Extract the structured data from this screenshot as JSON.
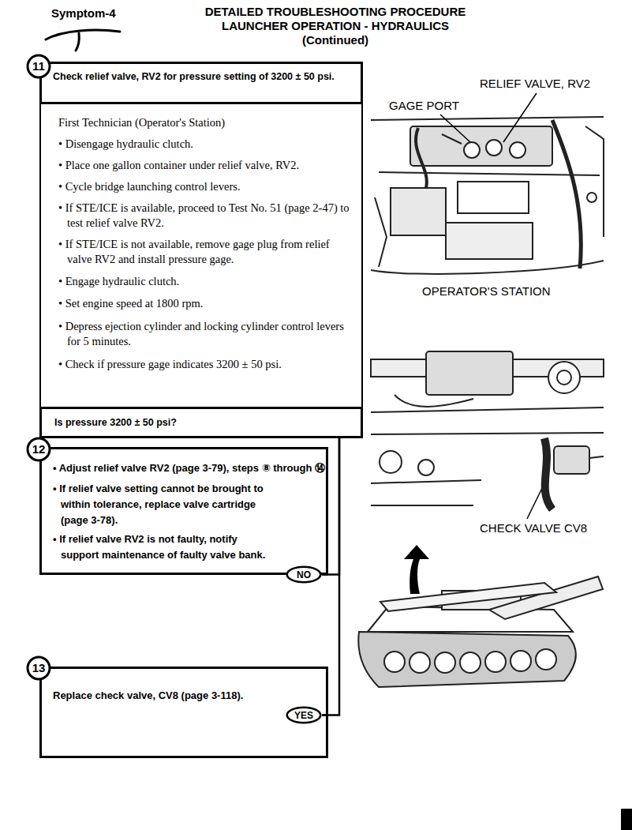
{
  "diagram": {
    "title": "DETAILED TROUBLESHOOTING PROCEDURE LAUNCHER OPERATION - HYDRAULICS (Continued)",
    "nodes": [
      {
        "text": [
          "First Technician (Operator's Station)",
          "• Disengage hydraulic clutch.",
          "• Place one gallon container under relief valve, RV2.",
          "• Cycle bridge launching control levers.",
          "• If STE/ICE is available, proceed to Test No. 51 (page 2-47) to test relief valve RV2.",
          "• If STE/ICE is not available, remove gage plug from relief valve RV2 and install pressure gage.",
          "• Engage hydraulic clutch.",
          "• Set engine speed at 1800 rpm.",
          "• Depress ejection cylinder and locking cylinder control levers for 5 minutes.",
          "• Check if pressure gage indicates 3200 ± 50 psi."
        ]
      },
      {
        "text": [
          "11"
        ],
        "in": 0
      },
      {
        "text": [
          "Check relief valve, RV2 for pressure setting of 3200 ± 50 psi."
        ],
        "in": 0
      },
      {
        "text": [
          "Is pressure 3200 ± 50 psi?"
        ],
        "in": 0
      },
      {
        "text": [
          "• Adjust relief valve RV2 (page 3-79), steps ⑧ through ⑭",
          "• If relief valve setting cannot be brought to within tolerance, replace valve cartridge (page 3-78).",
          "• If relief valve RV2 is not faulty, notify support maintenance of faulty valve bank."
        ]
      },
      {
        "text": [
          "12"
        ],
        "in": 4
      },
      {
        "text": [
          "Replace check valve, CV8 (page 3-118)."
        ]
      },
      {
        "text": [
          "13"
        ],
        "in": 6
      },
      {
        "text": [
          "NO"
        ]
      },
      {
        "text": [
          "YES"
        ]
      }
    ],
    "edges": [
      {
        "from": 3,
        "to": 8,
        "arrow": "none"
      },
      {
        "from": 8,
        "to": 4,
        "arrow": "none"
      },
      {
        "from": 3,
        "to": 9,
        "arrow": "none"
      },
      {
        "from": 9,
        "to": 6,
        "arrow": "none"
      }
    ],
    "labels": [
      "Symptom-4",
      "GAGE PORT",
      "RELIEF VALVE, RV2",
      "OPERATOR'S STATION",
      "CHECK VALVE CV8"
    ]
  }
}
